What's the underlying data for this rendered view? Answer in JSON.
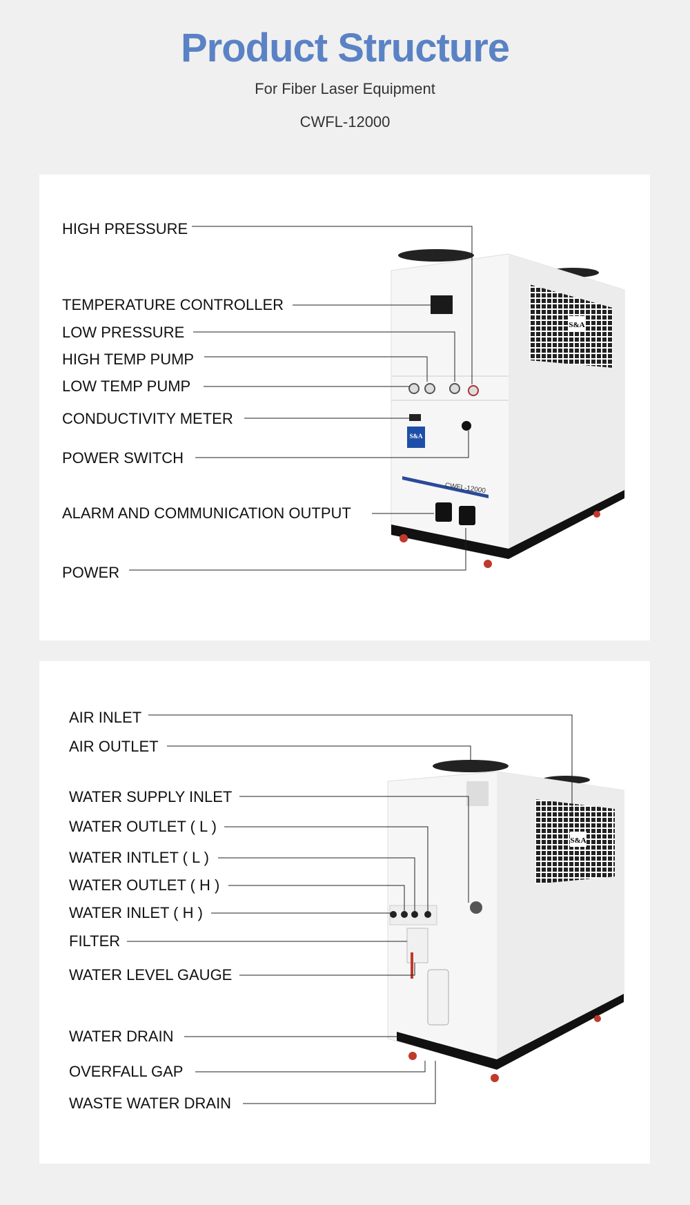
{
  "header": {
    "title": "Product Structure",
    "subtitle": "For Fiber Laser Equipment",
    "model": "CWFL-12000"
  },
  "front_view": {
    "labels": [
      "HIGH PRESSURE",
      "TEMPERATURE CONTROLLER",
      "LOW PRESSURE",
      "HIGH TEMP PUMP",
      "LOW TEMP PUMP",
      "CONDUCTIVITY METER",
      "POWER SWITCH",
      "ALARM AND COMMUNICATION OUTPUT",
      "POWER"
    ]
  },
  "rear_view": {
    "labels": [
      "AIR INLET",
      "AIR OUTLET",
      "WATER SUPPLY INLET",
      "WATER OUTLET ( L )",
      "WATER INTLET ( L )",
      "WATER OUTLET ( H )",
      "WATER INLET ( H )",
      "FILTER",
      "WATER LEVEL GAUGE",
      "WATER DRAIN",
      "OVERFALL GAP",
      "WASTE WATER DRAIN"
    ]
  },
  "machine": {
    "brand_logo": "S&A",
    "model_print": "CWFL-12000"
  },
  "colors": {
    "title": "#5a82c5",
    "stripe": "#2a4a9a",
    "wheel": "#c0392b"
  }
}
